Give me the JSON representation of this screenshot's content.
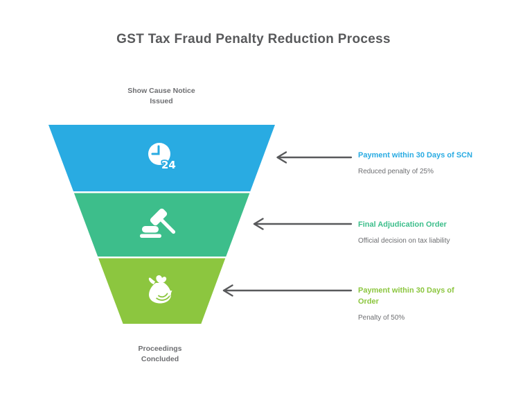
{
  "title": "GST Tax Fraud Penalty Reduction Process",
  "colors": {
    "title_text": "#58595B",
    "label_text": "#6D6E71",
    "arrow": "#58595B",
    "background": "#FFFFFF"
  },
  "funnel": {
    "top_label": "Show Cause Notice Issued",
    "bottom_label": "Proceedings Concluded",
    "stages": [
      {
        "name": "payment-within-30-days-of-scn",
        "icon": "clock-24-icon",
        "icon_text": "24",
        "color": "#29ABE2"
      },
      {
        "name": "final-adjudication-order",
        "icon": "gavel-icon",
        "color": "#3DBE8B"
      },
      {
        "name": "payment-within-30-days-of-order",
        "icon": "money-bag-icon",
        "color": "#8CC63F"
      }
    ]
  },
  "annotations": [
    {
      "title": "Payment within 30 Days of SCN",
      "description": "Reduced penalty of 25%",
      "color": "#29ABE2"
    },
    {
      "title": "Final Adjudication Order",
      "description": "Official decision on tax liability",
      "color": "#3DBE8B"
    },
    {
      "title": "Payment within 30 Days of Order",
      "description": "Penalty of 50%",
      "color": "#8CC63F"
    }
  ]
}
